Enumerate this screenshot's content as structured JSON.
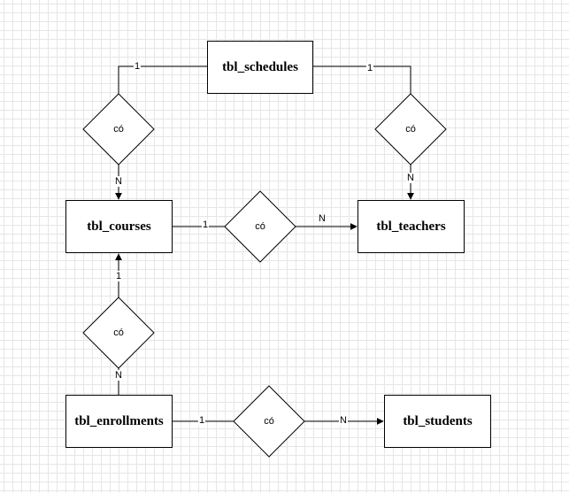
{
  "entities": {
    "schedules": "tbl_schedules",
    "courses": "tbl_courses",
    "teachers": "tbl_teachers",
    "enrollments": "tbl_enrollments",
    "students": "tbl_students"
  },
  "relationships": {
    "schedules_courses": "có",
    "schedules_teachers": "có",
    "courses_teachers": "có",
    "enrollments_courses": "có",
    "enrollments_students": "có"
  },
  "cardinalities": {
    "schedules_courses_one": "1",
    "schedules_courses_many": "N",
    "schedules_teachers_one": "1",
    "schedules_teachers_many": "N",
    "courses_teachers_one": "1",
    "courses_teachers_many": "N",
    "enrollments_courses_one": "1",
    "enrollments_courses_many": "N",
    "enrollments_students_one": "1",
    "enrollments_students_many": "N"
  }
}
